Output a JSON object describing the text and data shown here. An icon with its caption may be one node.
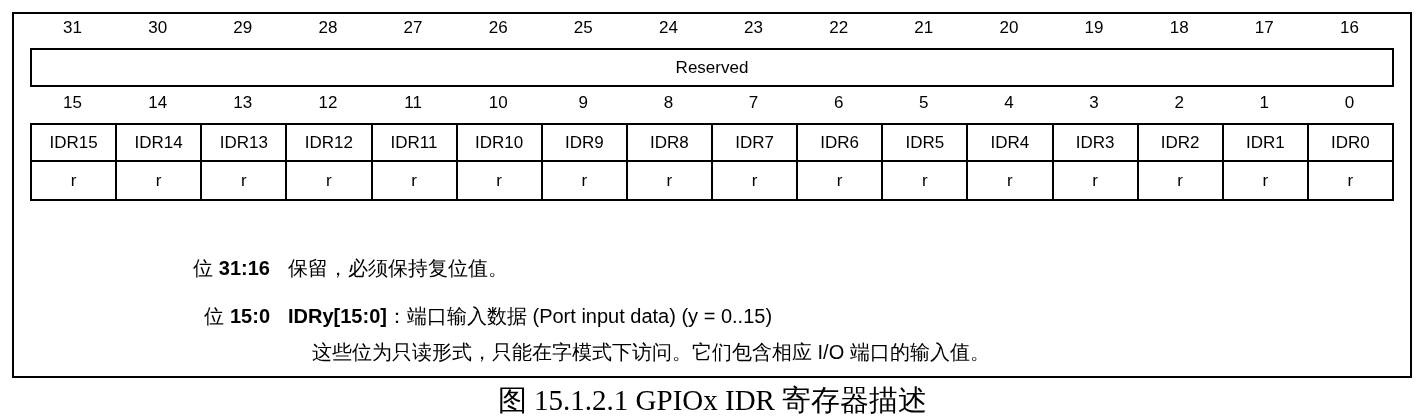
{
  "diagram": {
    "caption": "图 15.1.2.1 GPIOx IDR 寄存器描述",
    "labels": [
      "31",
      "30",
      "29",
      "28",
      "27",
      "26",
      "25",
      "24",
      "23",
      "22",
      "21",
      "20",
      "19",
      "18",
      "17",
      "16",
      "Reserved",
      "15",
      "14",
      "13",
      "12",
      "11",
      "10",
      "9",
      "8",
      "7",
      "6",
      "5",
      "4",
      "3",
      "2",
      "1",
      "0",
      "IDR15",
      "IDR14",
      "IDR13",
      "IDR12",
      "IDR11",
      "IDR10",
      "IDR9",
      "IDR8",
      "IDR7",
      "IDR6",
      "IDR5",
      "IDR4",
      "IDR3",
      "IDR2",
      "IDR1",
      "IDR0",
      "r",
      "r",
      "r",
      "r",
      "r",
      "r",
      "r",
      "r",
      "r",
      "r",
      "r",
      "r",
      "r",
      "r",
      "r",
      "r",
      "位 **31:16**",
      "保留，必须保持复位值。",
      "位 **15:0**",
      "**IDRy[15:0]**：端口输入数据 (Port input data) (y = 0..15)",
      "这些位为只读形式，只能在字模式下访问。它们包含相应 I/O 端口的输入值。"
    ]
  }
}
